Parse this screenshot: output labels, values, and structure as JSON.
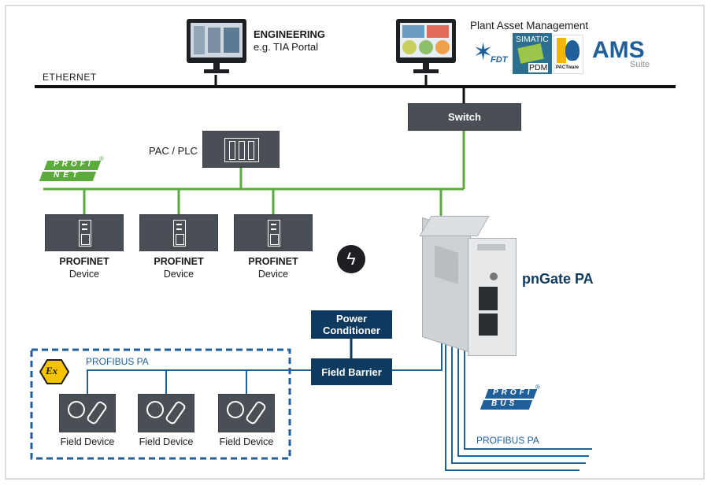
{
  "network": {
    "ethernet_label": "ETHERNET",
    "switch_label": "Switch",
    "profinet_logo": [
      "PROFI",
      "NET"
    ],
    "profibus_logo": [
      "PROFI",
      "BUS"
    ],
    "registered_mark": "®"
  },
  "engineering": {
    "title": "ENGINEERING",
    "subtitle": "e.g. TIA Portal"
  },
  "asset_management": {
    "title": "Plant Asset Management",
    "logos": {
      "fdt": "FDT",
      "simatic": "SIMATIC",
      "pdm": "PDM",
      "pactware": "PACTware",
      "ams": "AMS",
      "ams_suite": "Suite"
    }
  },
  "plc": {
    "label": "PAC / PLC"
  },
  "profinet_devices": [
    {
      "line1": "PROFINET",
      "line2": "Device"
    },
    {
      "line1": "PROFINET",
      "line2": "Device"
    },
    {
      "line1": "PROFINET",
      "line2": "Device"
    }
  ],
  "power": {
    "line1": "Power",
    "line2": "Conditioner"
  },
  "field_barrier": {
    "label": "Field Barrier"
  },
  "gateway": {
    "label": "pnGate PA"
  },
  "ex_zone": {
    "ex_label": "Ex",
    "bus_label": "PROFIBUS PA"
  },
  "field_devices": [
    {
      "label": "Field Device"
    },
    {
      "label": "Field Device"
    },
    {
      "label": "Field Device"
    }
  ],
  "profibus_pa_label": "PROFIBUS PA",
  "colors": {
    "green_line": "#5aab3c",
    "navy": "#0e3a5f",
    "dark_box": "#4a4f55",
    "blue_line": "#1f5f9a"
  }
}
